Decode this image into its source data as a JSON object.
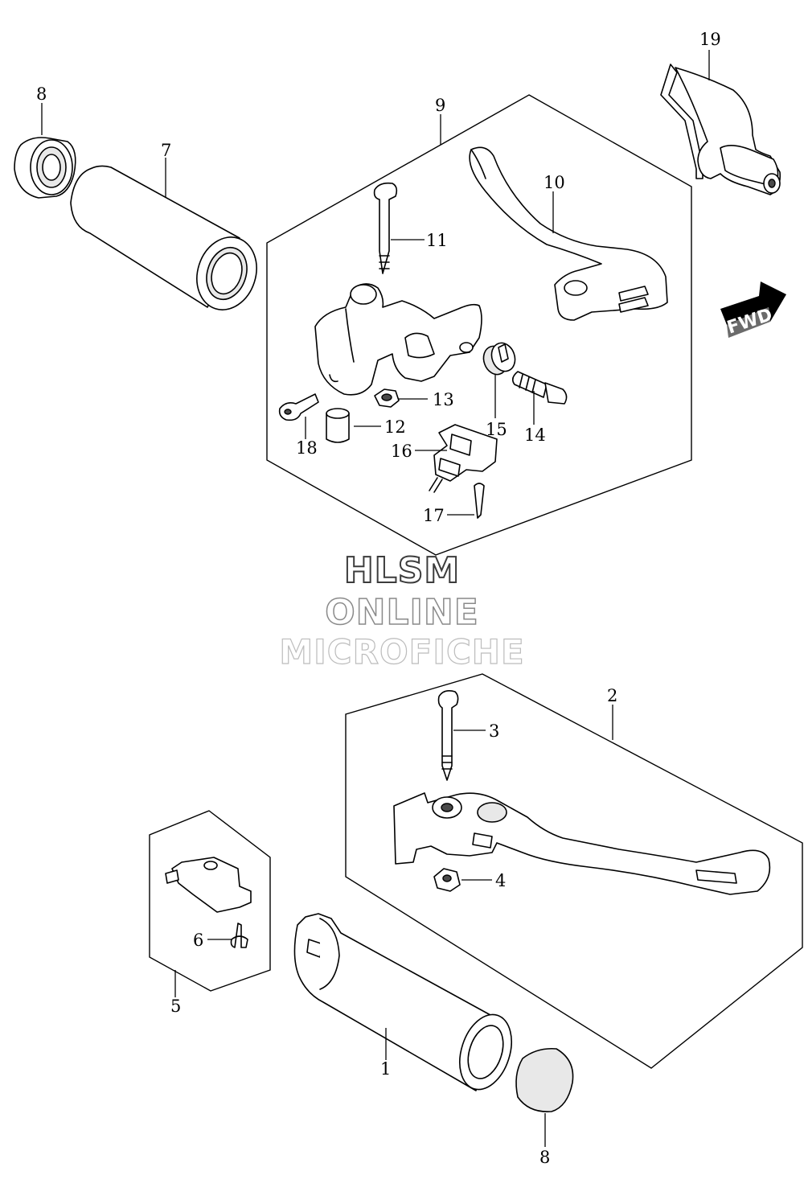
{
  "callouts": {
    "c1": "1",
    "c2": "2",
    "c3": "3",
    "c4": "4",
    "c5": "5",
    "c6": "6",
    "c7": "7",
    "c8a": "8",
    "c8b": "8",
    "c9": "9",
    "c10": "10",
    "c11": "11",
    "c12": "12",
    "c13": "13",
    "c14": "14",
    "c15": "15",
    "c16": "16",
    "c17": "17",
    "c18": "18",
    "c19": "19"
  },
  "fwd_label": "FWD",
  "watermark": {
    "line1": "HLSM",
    "line2": "ONLINE",
    "line3": "MICROFICHE"
  }
}
